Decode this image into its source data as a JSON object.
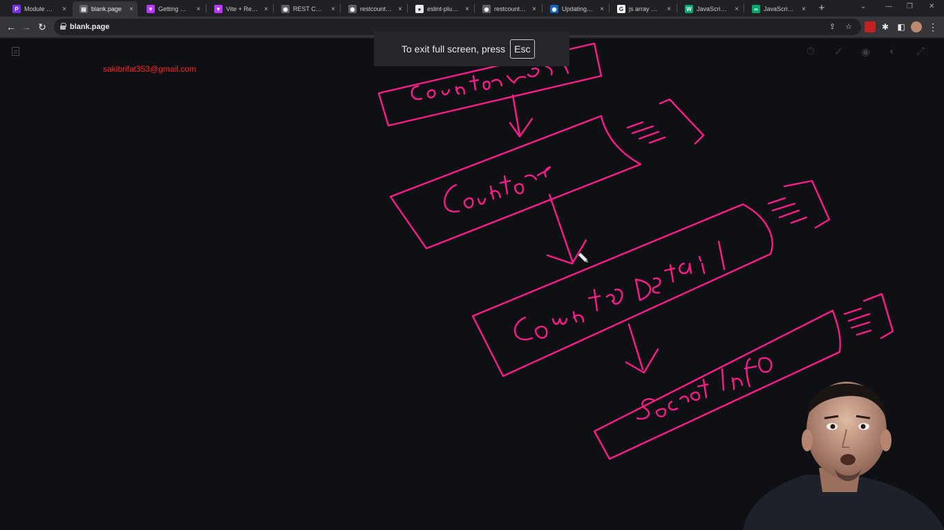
{
  "browser": {
    "tabs": [
      {
        "title": "Module Deta",
        "color": "#7b2ff7",
        "glyph": "P"
      },
      {
        "title": "blank.page",
        "color": "#5f6368",
        "glyph": "▤",
        "active": true
      },
      {
        "title": "Getting Starte",
        "color": "#bd34fe",
        "glyph": "▼"
      },
      {
        "title": "Vite + React",
        "color": "#bd34fe",
        "glyph": "▼"
      },
      {
        "title": "REST Countrie",
        "color": "#5f6368",
        "glyph": "◉"
      },
      {
        "title": "restcountries.",
        "color": "#5f6368",
        "glyph": "◉"
      },
      {
        "title": "eslint-plugin-",
        "color": "#e8eaed",
        "glyph": "●"
      },
      {
        "title": "restcountries.",
        "color": "#5f6368",
        "glyph": "◉"
      },
      {
        "title": "Updating Obj",
        "color": "#1565c0",
        "glyph": "◉"
      },
      {
        "title": "js array map",
        "color": "#ffffff",
        "glyph": "G"
      },
      {
        "title": "JavaScript Ar",
        "color": "#04aa6d",
        "glyph": "W"
      },
      {
        "title": "JavaScript Ar",
        "color": "#04aa6d",
        "glyph": "∞"
      }
    ],
    "tab_close_glyph": "×",
    "new_tab_glyph": "+",
    "url": "blank.page"
  },
  "page": {
    "email": "sakibrifat353@gmail.com"
  },
  "fullscreen_toast": {
    "text": "To exit full screen, press",
    "key": "Esc"
  },
  "colors": {
    "ink": "#ff1a8c",
    "email": "#ff2222",
    "background": "#0f1014"
  }
}
